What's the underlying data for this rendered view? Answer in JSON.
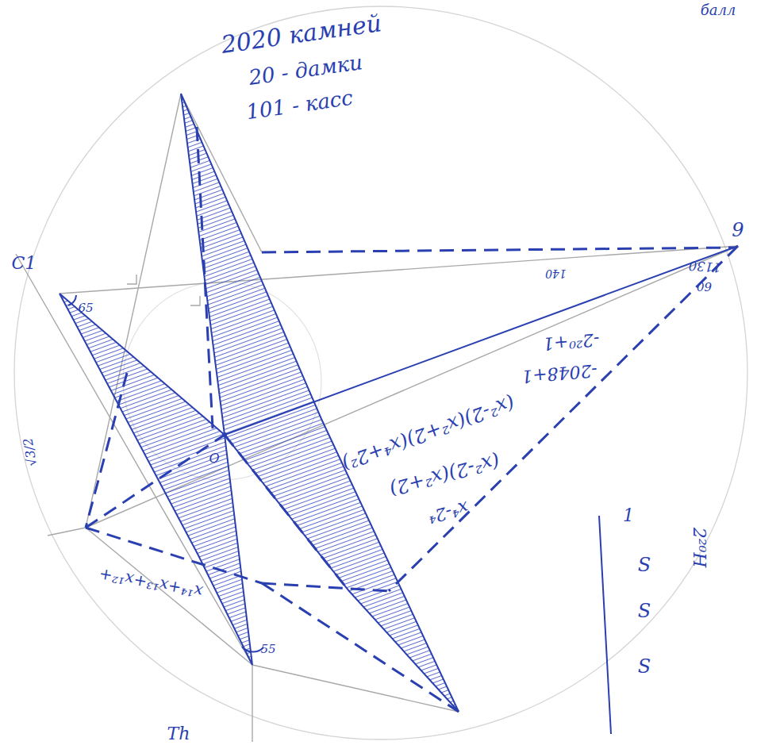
{
  "diagram": {
    "labels": [
      "2020 камней",
      "20 - дамки",
      "101 - касс",
      "65",
      "55",
      "1130",
      "60",
      "140",
      "-2²⁰+1",
      "-2048+1",
      "(x²-2)(x²+2)(x⁴+2²)",
      "(x²-2)(x²+2)",
      "x⁴-2⁴",
      "x¹⁴+x¹³+x¹²+",
      "O",
      "C1",
      "9",
      "Th",
      "S",
      "S",
      "S",
      "1",
      "2²⁰H",
      "√3/2",
      "балл"
    ]
  }
}
